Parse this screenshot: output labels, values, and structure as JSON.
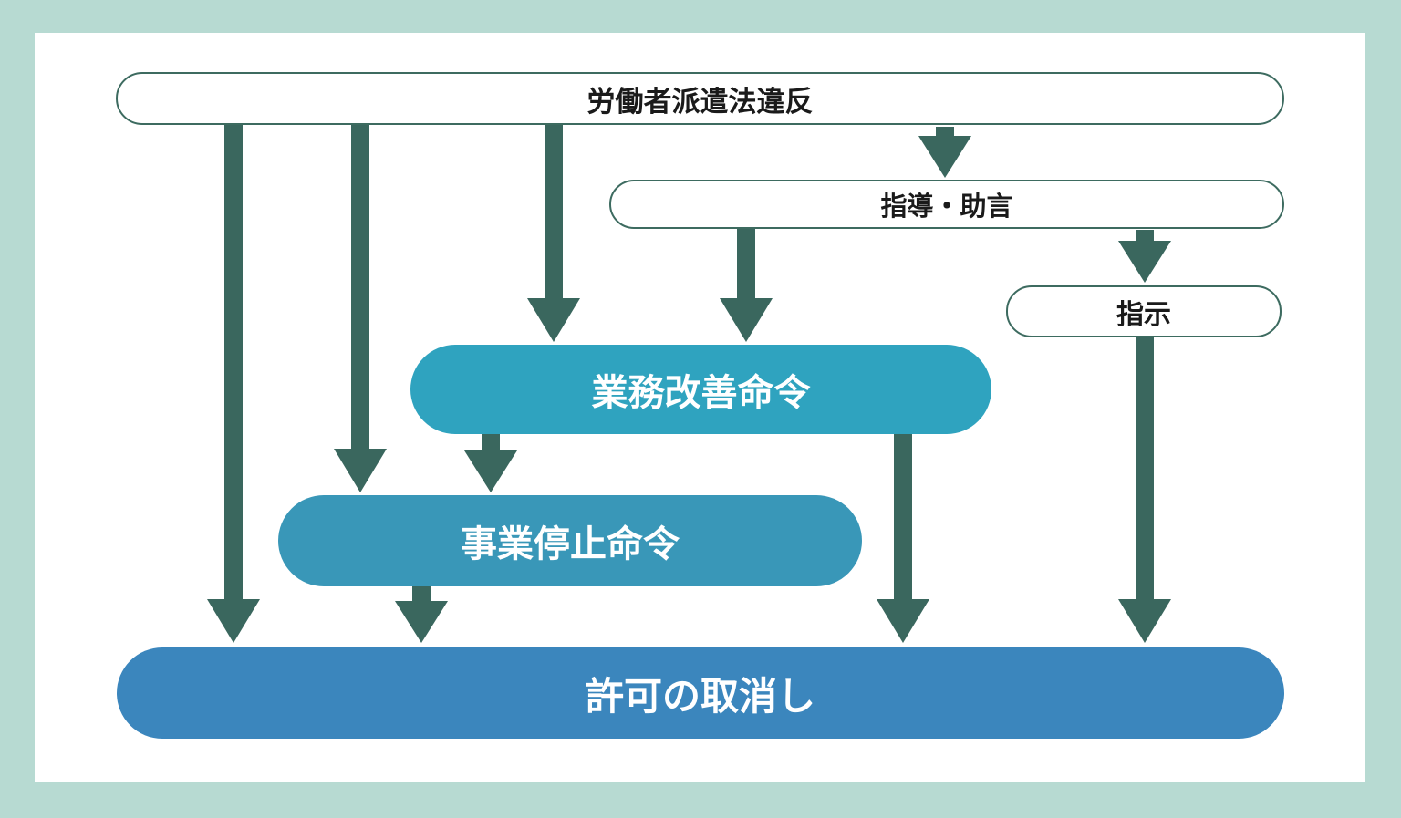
{
  "diagram": {
    "description": "Flow diagram of administrative penalties for violation of the Worker Dispatching Act",
    "nodes": {
      "violation": {
        "label": "労働者派遣法違反",
        "type": "outline-pill"
      },
      "guidance": {
        "label": "指導・助言",
        "type": "outline-pill"
      },
      "instruction": {
        "label": "指示",
        "type": "outline-pill"
      },
      "improvement": {
        "label": "業務改善命令",
        "type": "filled-pill",
        "color": "#2fa3bf"
      },
      "suspension": {
        "label": "事業停止命令",
        "type": "filled-pill",
        "color": "#3997b8"
      },
      "revocation": {
        "label": "許可の取消し",
        "type": "filled-pill",
        "color": "#3b86bd"
      }
    },
    "arrows": [
      {
        "from": "violation",
        "to": "revocation"
      },
      {
        "from": "violation",
        "to": "suspension"
      },
      {
        "from": "violation",
        "to": "improvement"
      },
      {
        "from": "violation",
        "to": "guidance"
      },
      {
        "from": "guidance",
        "to": "improvement"
      },
      {
        "from": "guidance",
        "to": "instruction"
      },
      {
        "from": "improvement",
        "to": "suspension"
      },
      {
        "from": "improvement",
        "to": "revocation"
      },
      {
        "from": "suspension",
        "to": "revocation"
      },
      {
        "from": "instruction",
        "to": "revocation"
      }
    ],
    "colors": {
      "background": "#b7dad2",
      "panel": "#ffffff",
      "outline_border": "#3d6b60",
      "arrow": "#3a675e",
      "improvement_fill": "#2fa3bf",
      "suspension_fill": "#3997b8",
      "revocation_fill": "#3b86bd",
      "text_dark": "#1a1a1a",
      "text_light": "#ffffff"
    }
  }
}
